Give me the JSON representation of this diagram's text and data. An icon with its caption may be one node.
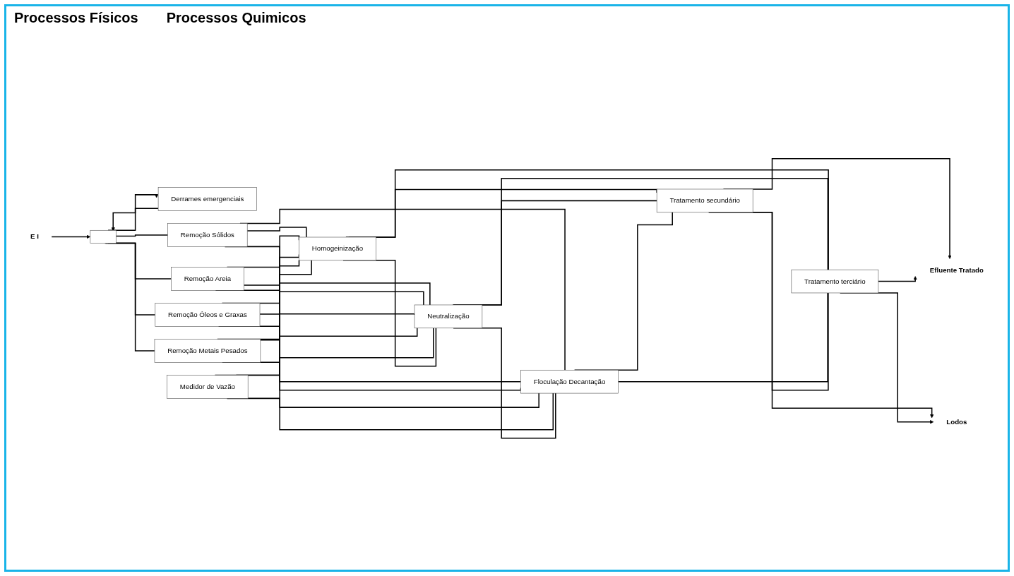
{
  "diagram": {
    "nodes": [
      {
        "text": [
          "E I"
        ]
      },
      {
        "text": [],
        "shape": "box"
      },
      {
        "text": [
          "Derrames emergenciais"
        ]
      },
      {
        "text": [
          "Remoção Sólidos"
        ]
      },
      {
        "text": [
          "Remoção Areia"
        ]
      },
      {
        "text": [
          "Remoção Óleos e Graxas"
        ]
      },
      {
        "text": [
          "Remoção Metais Pesados"
        ]
      },
      {
        "text": [
          "Medidor de Vazão"
        ]
      },
      {
        "text": [
          "Homogeinização"
        ]
      },
      {
        "text": [
          "Neutralização"
        ]
      },
      {
        "text": [
          "Floculação Decantação"
        ]
      },
      {
        "text": [
          "Tratamento secundário"
        ]
      },
      {
        "text": [
          "Tratamento terciário"
        ]
      },
      {
        "text": [
          "Efluente Tratado"
        ]
      },
      {
        "text": [
          "Lodos"
        ]
      }
    ],
    "edges": [
      {
        "from": 0,
        "to": 1,
        "arrow": "to"
      },
      {
        "from": 1,
        "to": 2,
        "arrow": "to"
      },
      {
        "from": 2,
        "to": 1,
        "arrow": "to"
      },
      {
        "from": 1,
        "to": 3,
        "arrow": "none"
      },
      {
        "from": 1,
        "to": 4,
        "arrow": "none"
      },
      {
        "from": 1,
        "to": 5,
        "arrow": "none"
      },
      {
        "from": 1,
        "to": 6,
        "arrow": "none"
      },
      {
        "from": 3,
        "to": 8,
        "arrow": "none"
      },
      {
        "from": 3,
        "to": 9,
        "arrow": "none"
      },
      {
        "from": 3,
        "to": 10,
        "arrow": "none"
      },
      {
        "from": 4,
        "to": 8,
        "arrow": "none"
      },
      {
        "from": 4,
        "to": 9,
        "arrow": "none"
      },
      {
        "from": 4,
        "to": 10,
        "arrow": "none"
      },
      {
        "from": 5,
        "to": 8,
        "arrow": "none"
      },
      {
        "from": 5,
        "to": 9,
        "arrow": "none"
      },
      {
        "from": 5,
        "to": 10,
        "arrow": "none"
      },
      {
        "from": 6,
        "to": 8,
        "arrow": "none"
      },
      {
        "from": 6,
        "to": 9,
        "arrow": "none"
      },
      {
        "from": 6,
        "to": 10,
        "arrow": "none"
      },
      {
        "from": 7,
        "to": 8,
        "arrow": "none"
      },
      {
        "from": 7,
        "to": 9,
        "arrow": "none"
      },
      {
        "from": 7,
        "to": 10,
        "arrow": "none"
      },
      {
        "from": 8,
        "to": 9,
        "arrow": "none"
      },
      {
        "from": 9,
        "to": 10,
        "arrow": "none"
      },
      {
        "from": 8,
        "to": 11,
        "arrow": "none"
      },
      {
        "from": 8,
        "to": 12,
        "arrow": "none"
      },
      {
        "from": 9,
        "to": 11,
        "arrow": "none"
      },
      {
        "from": 9,
        "to": 12,
        "arrow": "none"
      },
      {
        "from": 10,
        "to": 11,
        "arrow": "none"
      },
      {
        "from": 10,
        "to": 12,
        "arrow": "none"
      },
      {
        "from": 11,
        "to": 12,
        "arrow": "none"
      },
      {
        "from": 11,
        "to": 13,
        "arrow": "to"
      },
      {
        "from": 11,
        "to": 14,
        "arrow": "to"
      },
      {
        "from": 12,
        "to": 13,
        "arrow": "to"
      },
      {
        "from": 12,
        "to": 14,
        "arrow": "to"
      }
    ],
    "labels": [
      "Processos Físicos",
      "Processos Quimicos"
    ]
  }
}
